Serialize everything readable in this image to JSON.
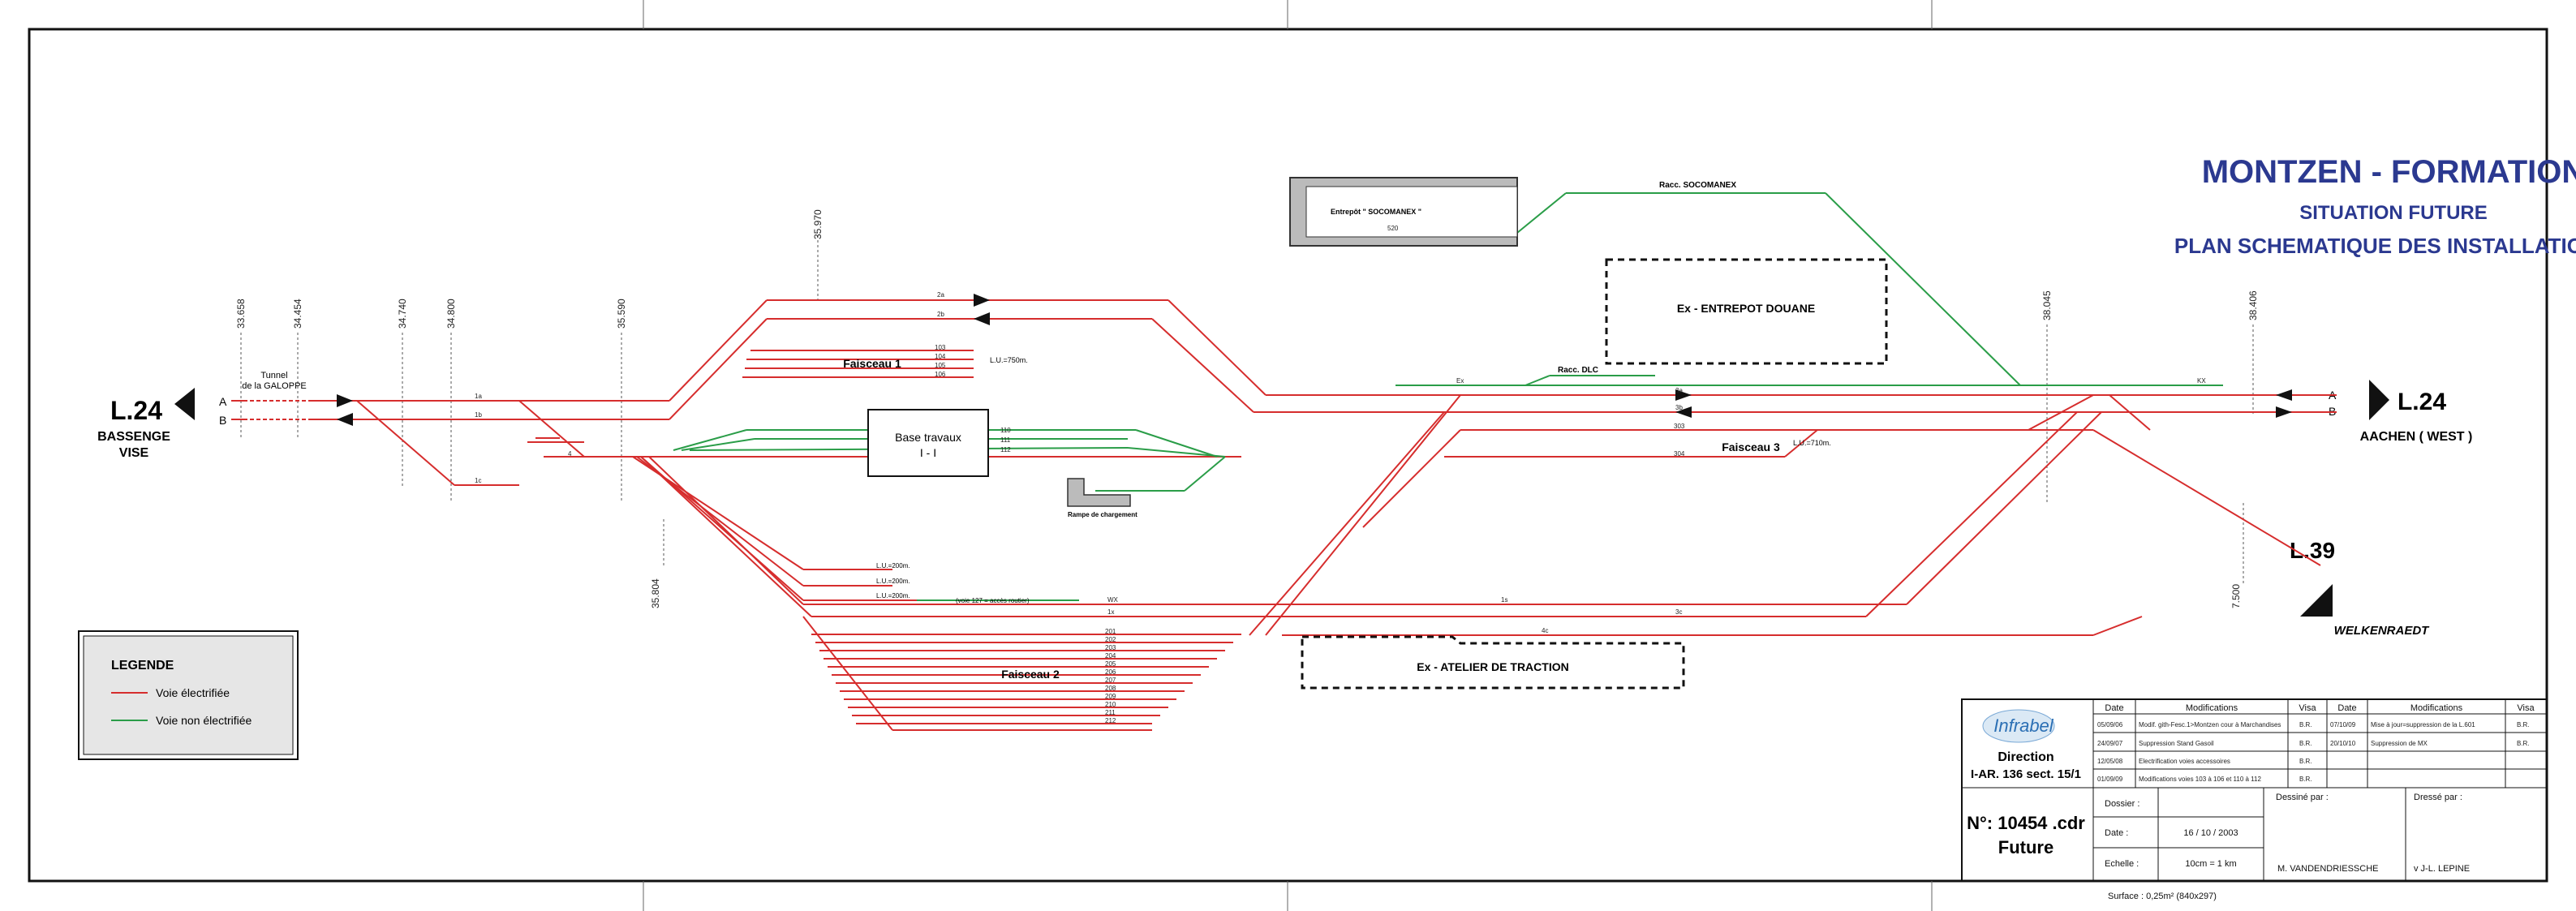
{
  "title": {
    "main": "MONTZEN - FORMATION",
    "sub1": "SITUATION FUTURE",
    "sub2": "PLAN SCHEMATIQUE DES INSTALLATIONS"
  },
  "colors": {
    "electrified": "#d62d2d",
    "non_electrified": "#2a9d48",
    "title": "#2b3990",
    "frame": "#111111"
  },
  "lines": {
    "left": {
      "code": "L.24",
      "name1": "BASSENGE",
      "name2": "VISE",
      "track_a": "A",
      "track_b": "B"
    },
    "right": {
      "code": "L.24",
      "name": "AACHEN ( WEST )",
      "track_a": "A",
      "track_b": "B"
    },
    "l39": {
      "code": "L.39",
      "name": "WELKENRAEDT"
    }
  },
  "kilometre_posts": [
    "33.658",
    "34.454",
    "34.740",
    "34.800",
    "35.590",
    "35.970",
    "35.804",
    "38.045",
    "38.406",
    "7.500"
  ],
  "labels": {
    "tunnel": "Tunnel",
    "tunnel2": "de la GALOPPE",
    "faisceau1": "Faisceau 1",
    "faisceau2": "Faisceau 2",
    "faisceau3": "Faisceau 3",
    "base1": "Base travaux",
    "base2": "I - I",
    "socomanex_building": "Entrepôt \" SOCOMANEX \"",
    "racc_socomanex": "Racc. SOCOMANEX",
    "racc_dlc": "Racc. DLC",
    "entrepot_douane": "Ex - ENTREPOT DOUANE",
    "atelier": "Ex - ATELIER DE TRACTION",
    "rampe": "Rampe de chargement",
    "f3_lu": "L.U.=710m.",
    "f1_lu": "L.U.=750m.",
    "lu_200_1": "L.U.=200m.",
    "lu_200_2": "L.U.=200m.",
    "lu_200_3": "L.U.=200m.",
    "voie127": "(voie 127 = accès routier)"
  },
  "tracks": {
    "t1a": "1a",
    "t1b": "1b",
    "t1c": "1c",
    "t2a": "2a",
    "t2b": "2b",
    "t3a": "3a",
    "t3b": "3b",
    "t3c": "3c",
    "t4": "4",
    "t4c": "4c",
    "t1s": "1s",
    "t1x": "1x",
    "tex": "Ex",
    "tkx": "KX",
    "twx": "WX",
    "t303": "303",
    "t304": "304",
    "t520": "520",
    "f1": [
      "103",
      "104",
      "105",
      "106"
    ],
    "base": [
      "110",
      "111",
      "112"
    ],
    "f2": [
      "201",
      "202",
      "203",
      "204",
      "205",
      "206",
      "207",
      "208",
      "209",
      "210",
      "211",
      "212"
    ]
  },
  "legend": {
    "title": "LEGENDE",
    "electrified": "Voie électrifiée",
    "non_electrified": "Voie  non  électrifiée"
  },
  "modifications": {
    "headers": [
      "Date",
      "Modifications",
      "Visa",
      "Date",
      "Modifications",
      "Visa"
    ],
    "rows": [
      [
        "05/09/06",
        "Modif. gith-Fesc.1>Montzen cour à Marchandises",
        "B.R.",
        "07/10/09",
        "Mise à jour=suppression de la L.601",
        "B.R."
      ],
      [
        "24/09/07",
        "Suppression Stand Gasoil",
        "B.R.",
        "20/10/10",
        "Suppression de MX",
        "B.R."
      ],
      [
        "12/05/08",
        "Electrification voies accessoires",
        "B.R.",
        "",
        "",
        ""
      ],
      [
        "01/09/09",
        "Modifications voies 103 à 106 et 110 à 112",
        "B.R.",
        "",
        "",
        ""
      ]
    ]
  },
  "cartouche": {
    "logo": "Infrabel",
    "direction": "Direction",
    "ref": "I-AR. 136 sect. 15/1",
    "number": "N°: 10454 .cdr",
    "status": "Future",
    "dossier_label": "Dossier :",
    "dossier_value": "",
    "date_label": "Date :",
    "date_value": "16 / 10 / 2003",
    "echelle_label": "Echelle :",
    "echelle_value": "10cm = 1 km",
    "dessine_label": "Dessiné  par :",
    "dessine_value": "M. VANDENDRIESSCHE",
    "dresse_label": "Dressé par :",
    "dresse_value": "v  J-L. LEPINE",
    "surface": "Surface : 0,25m² (840x297)"
  }
}
